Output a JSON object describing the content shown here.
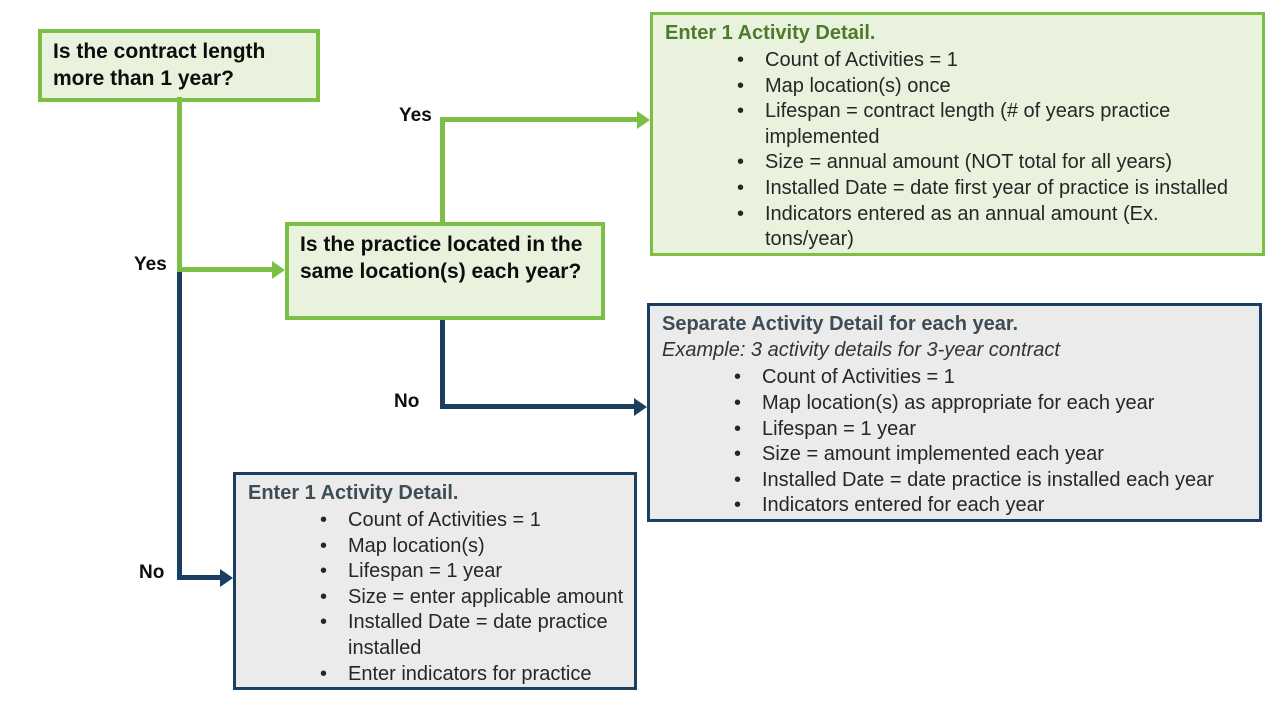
{
  "diagram": {
    "title_hint": "Activity Detail entry decision flowchart",
    "colors": {
      "green_line": "#7dbe45",
      "green_fill": "#e9f2dd",
      "green_heading": "#4e7b2b",
      "navy_line": "#1b3f60",
      "gray_fill": "#ebebeb",
      "gray_heading": "#3e4c55",
      "body_text": "#262626"
    },
    "questions": {
      "q1": {
        "text": "Is the contract length more than 1 year?"
      },
      "q2": {
        "text": "Is the practice located in the same location(s) each year?"
      }
    },
    "edge_labels": {
      "q1_yes": "Yes",
      "q1_no": "No",
      "q2_yes": "Yes",
      "q2_no": "No"
    },
    "boxes": {
      "green_result": {
        "heading": "Enter 1 Activity Detail.",
        "bullets": [
          "Count of Activities = 1",
          "Map location(s) once",
          "Lifespan = contract length (# of years practice implemented",
          "Size = annual amount (NOT total for all years)",
          "Installed Date = date first year of practice is installed",
          "Indicators entered as an annual amount (Ex. tons/year)"
        ]
      },
      "gray_result_right": {
        "heading": "Separate Activity Detail for each year.",
        "example": "Example: 3 activity details for 3-year contract",
        "bullets": [
          "Count of Activities = 1",
          "Map location(s) as appropriate for each year",
          "Lifespan = 1 year",
          "Size = amount implemented each year",
          "Installed Date = date practice is installed each year",
          "Indicators entered for each year"
        ]
      },
      "gray_result_bottom": {
        "heading": "Enter 1 Activity Detail.",
        "bullets": [
          "Count of Activities = 1",
          "Map location(s)",
          "Lifespan = 1 year",
          "Size = enter applicable amount",
          "Installed Date = date practice installed",
          "Enter indicators for practice"
        ]
      }
    }
  }
}
